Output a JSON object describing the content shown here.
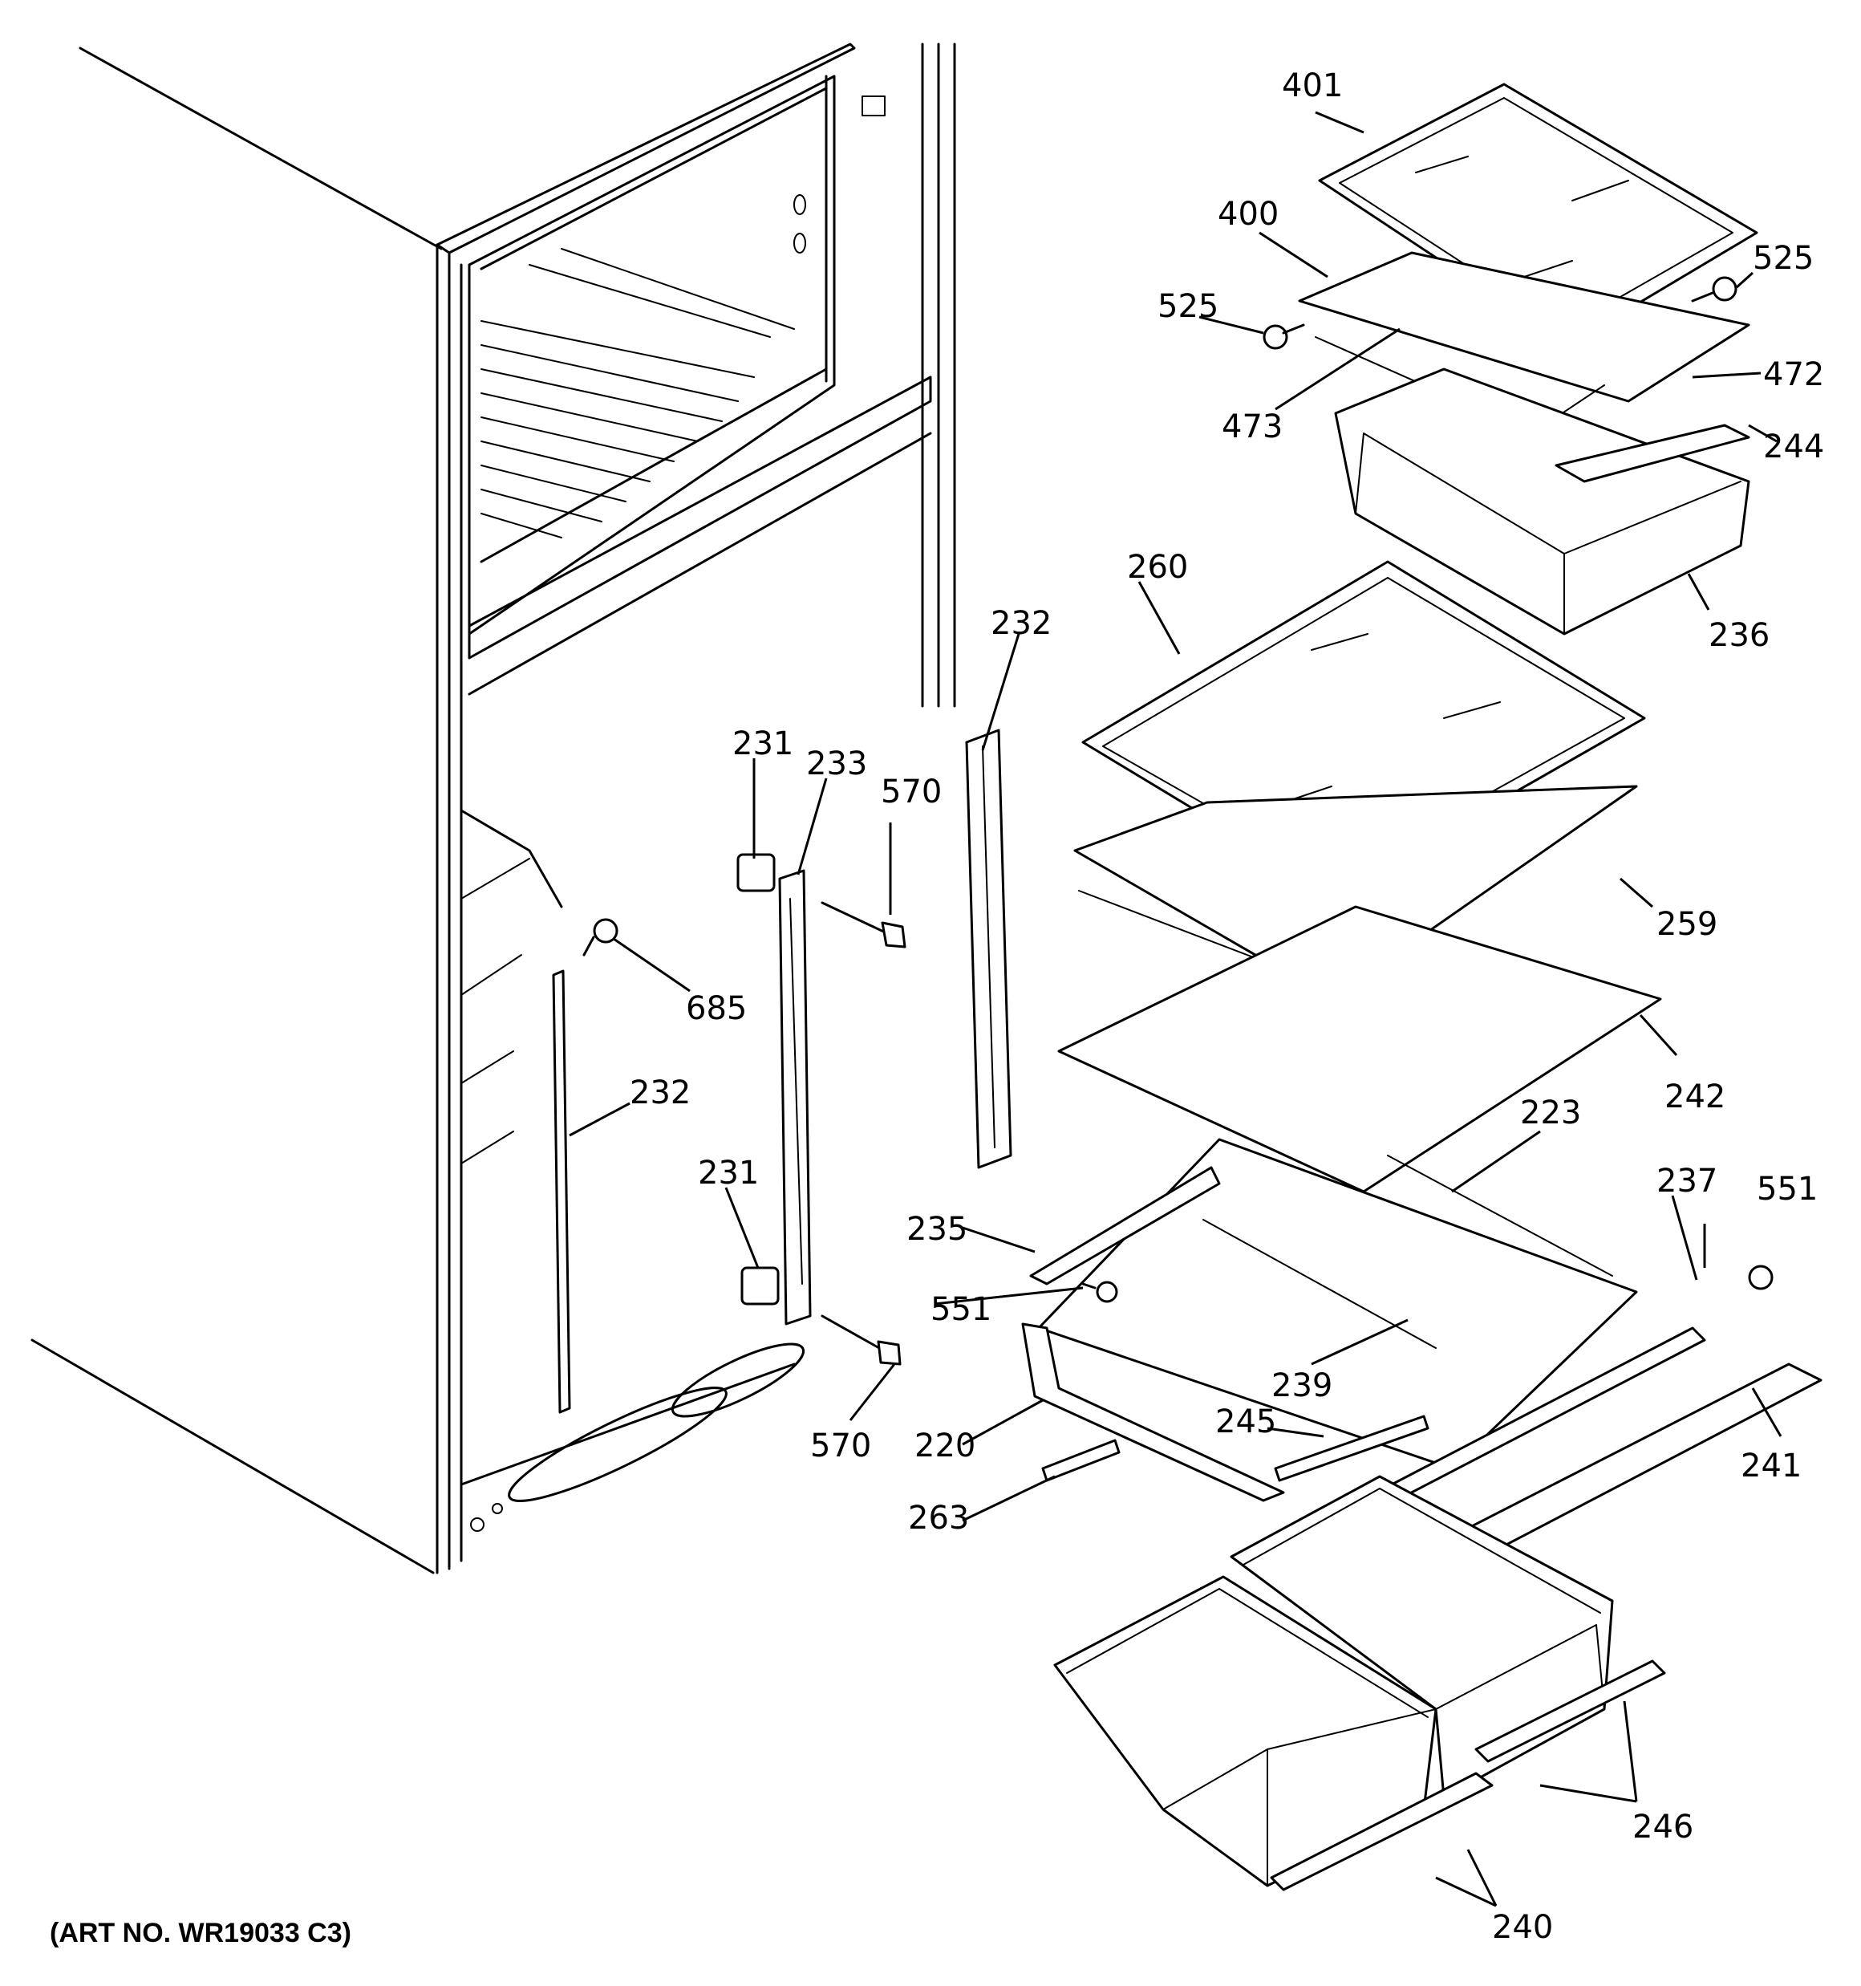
{
  "labels": {
    "p401": "401",
    "p400": "400",
    "p525a": "525",
    "p525b": "525",
    "p472": "472",
    "p473": "473",
    "p244": "244",
    "p236": "236",
    "p260": "260",
    "p232a": "232",
    "p232b": "232",
    "p231a": "231",
    "p231b": "231",
    "p233": "233",
    "p570a": "570",
    "p570b": "570",
    "p685": "685",
    "p259": "259",
    "p242": "242",
    "p223": "223",
    "p235": "235",
    "p551a": "551",
    "p551b": "551",
    "p237": "237",
    "p239": "239",
    "p220": "220",
    "p245": "245",
    "p241": "241",
    "p263": "263",
    "p246": "246",
    "p240": "240"
  },
  "art_no": "(ART NO. WR19033 C3)"
}
